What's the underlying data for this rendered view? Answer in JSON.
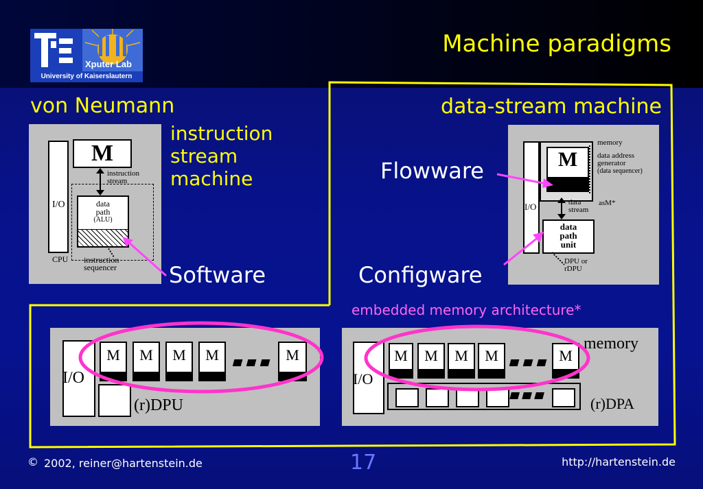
{
  "title": "Machine paradigms",
  "logo": {
    "badge": "Xputer Lab",
    "caption": "University of Kaiserslautern"
  },
  "von_neumann": {
    "heading": "von Neumann",
    "subtitle": [
      "instruction",
      "stream",
      "machine"
    ],
    "diagram": {
      "io": "I/O",
      "memory": "M",
      "instruction_stream": [
        "instruction",
        "stream"
      ],
      "data_path": [
        "data",
        "path",
        "(ALU)"
      ],
      "cpu": "CPU",
      "instruction_sequencer": [
        "instruction",
        "sequencer"
      ]
    },
    "callout": "Software"
  },
  "data_stream": {
    "heading": "data-stream machine",
    "flowware": "Flowware",
    "configware": "Configware",
    "diagram": {
      "io": "I/O",
      "memory_label": "memory",
      "memory": "M",
      "dag": [
        "data address",
        "generator",
        "(data sequencer)"
      ],
      "data_stream": [
        "data",
        "stream"
      ],
      "asm": "asM*",
      "data_path_unit": [
        "data",
        "path",
        "unit"
      ],
      "dpu": [
        "DPU or",
        "rDPU"
      ]
    }
  },
  "embedded_caption": "embedded memory architecture*",
  "bottom_left": {
    "io": "I/O",
    "modules": [
      "M",
      "M",
      "M",
      "M",
      "M"
    ],
    "dpu_label": "(r)DPU"
  },
  "bottom_right": {
    "io": "I/O",
    "memory_label": "memory",
    "modules": [
      "M",
      "M",
      "M",
      "M",
      "M"
    ],
    "dpa_label": "(r)DPA"
  },
  "footer": {
    "copyright": "©",
    "author": "2002, reiner@hartenstein.de",
    "page": "17",
    "url": "http://hartenstein.de"
  },
  "colors": {
    "accent": "#ffff00",
    "callout_arrow": "#ff44ff",
    "ellipse": "#ff33cc"
  }
}
